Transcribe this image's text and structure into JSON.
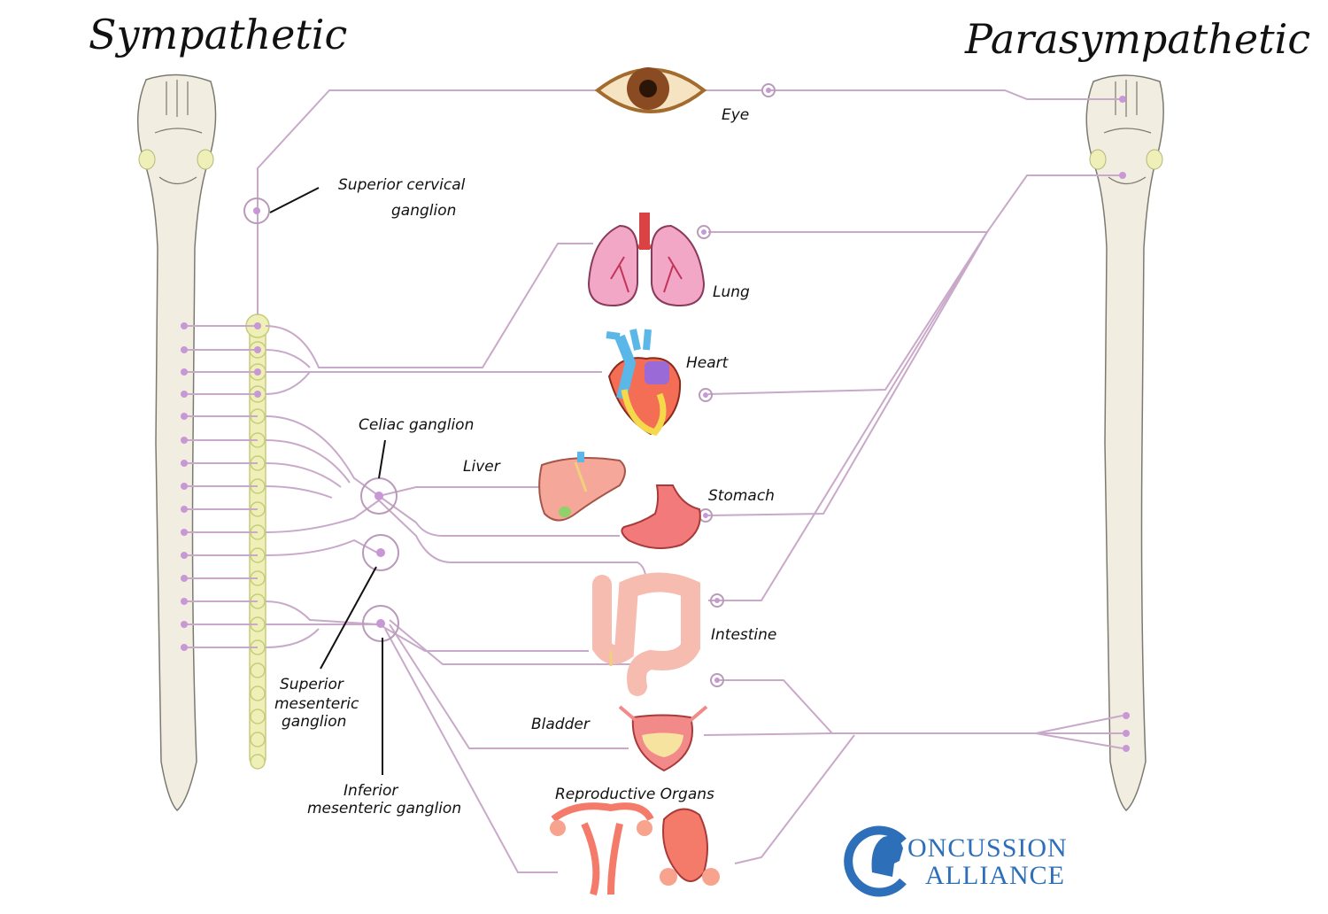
{
  "titles": {
    "left": "Sympathetic",
    "right": "Parasympathetic"
  },
  "organs": {
    "eye": "Eye",
    "lung": "Lung",
    "heart": "Heart",
    "liver": "Liver",
    "stomach": "Stomach",
    "intestine": "Intestine",
    "bladder": "Bladder",
    "reproductive": "Reproductive Organs"
  },
  "ganglia": {
    "superior_cervical_1": "Superior cervical",
    "superior_cervical_2": "ganglion",
    "celiac": "Celiac ganglion",
    "superior_mesenteric_1": "Superior",
    "superior_mesenteric_2": "mesenteric",
    "superior_mesenteric_3": "ganglion",
    "inferior_mesenteric_1": "Inferior",
    "inferior_mesenteric_2": "mesenteric ganglion"
  },
  "logo": {
    "line1": "ONCUSSION",
    "line2": "ALLIANCE"
  },
  "colors": {
    "nerve": "#c9a9c9",
    "dot": "#c797d6",
    "spinal_cord": "#f1ede0",
    "sympathetic_chain": "#eef0b8",
    "brand": "#2d6fb8"
  }
}
